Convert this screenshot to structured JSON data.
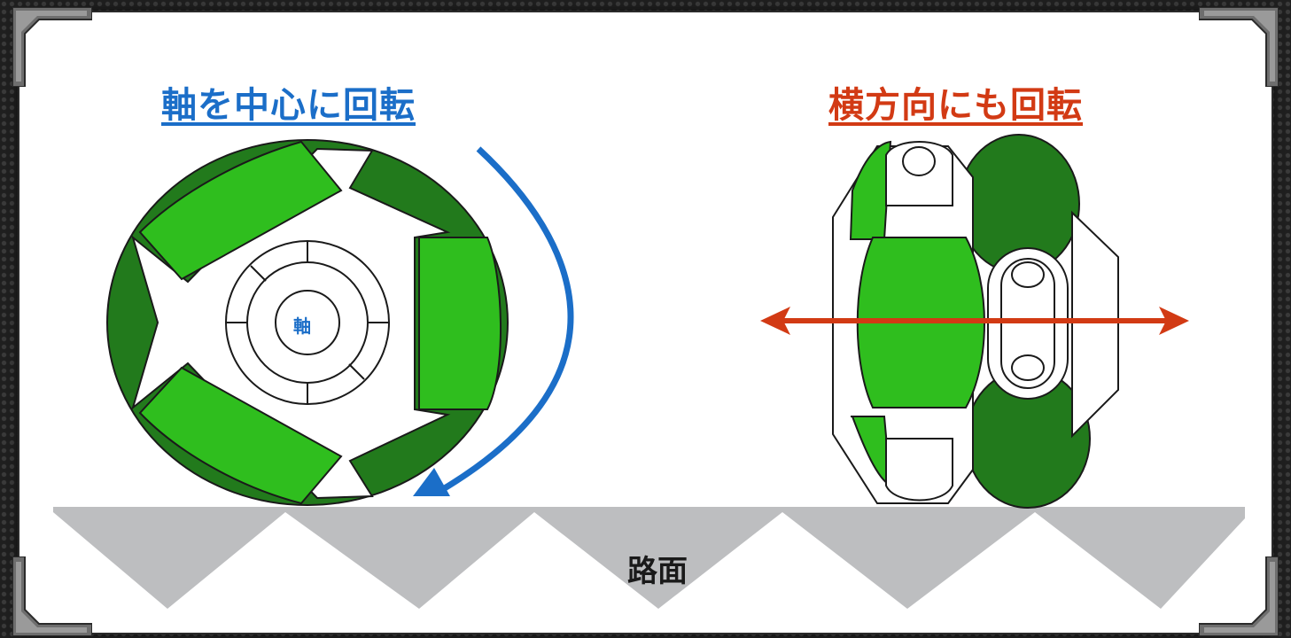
{
  "title_left": "軸を中心に回転",
  "title_right": "横方向にも回転",
  "axle_label": "軸",
  "road_label": "路面",
  "colors": {
    "roller_light": "#2fbe1e",
    "roller_dark": "#227a1c",
    "left_arrow": "#1b6ec8",
    "right_arrow": "#d23a14",
    "road": "#bdbec0",
    "outline": "#1a1a1a"
  }
}
